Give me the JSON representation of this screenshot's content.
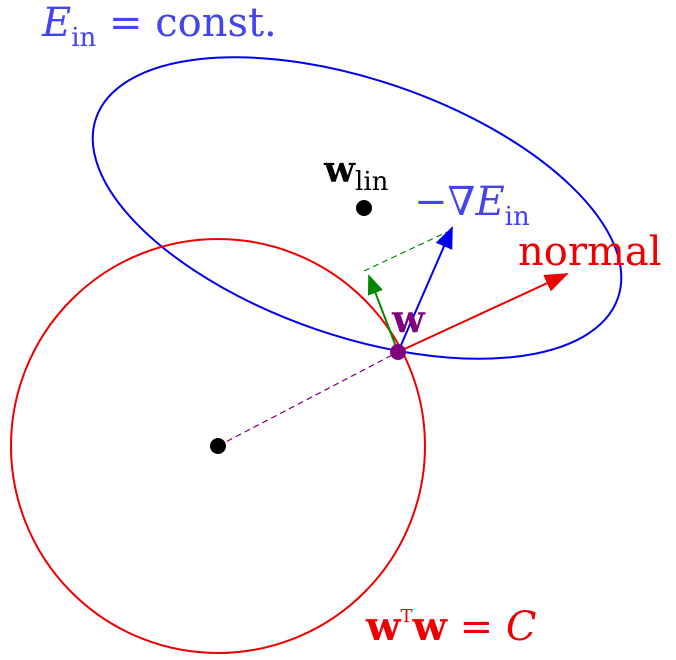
{
  "labels": {
    "ein_const": {
      "E": "E",
      "sub": "in",
      "rest": " = const."
    },
    "wlin": {
      "w": "w",
      "sub": "lin"
    },
    "grad": {
      "prefix": "−∇",
      "E": "E",
      "sub": "in"
    },
    "normal": "normal",
    "w": "w",
    "constraint": {
      "w1": "w",
      "sup": "T",
      "w2": "w",
      "rest": " = ",
      "C": "C"
    }
  },
  "colors": {
    "ellipse": "#0000ee",
    "circle": "#ee0000",
    "grad_arrow": "#0000ee",
    "normal_arrow": "#ee0000",
    "projection_arrow": "#008800",
    "w_point": "#800080",
    "dashed_center": "#800080",
    "dashed_proj": "#008800",
    "blue_text": "#4444ee",
    "red_text": "#ee0000",
    "purple_text": "#800080",
    "black": "#000000"
  }
}
